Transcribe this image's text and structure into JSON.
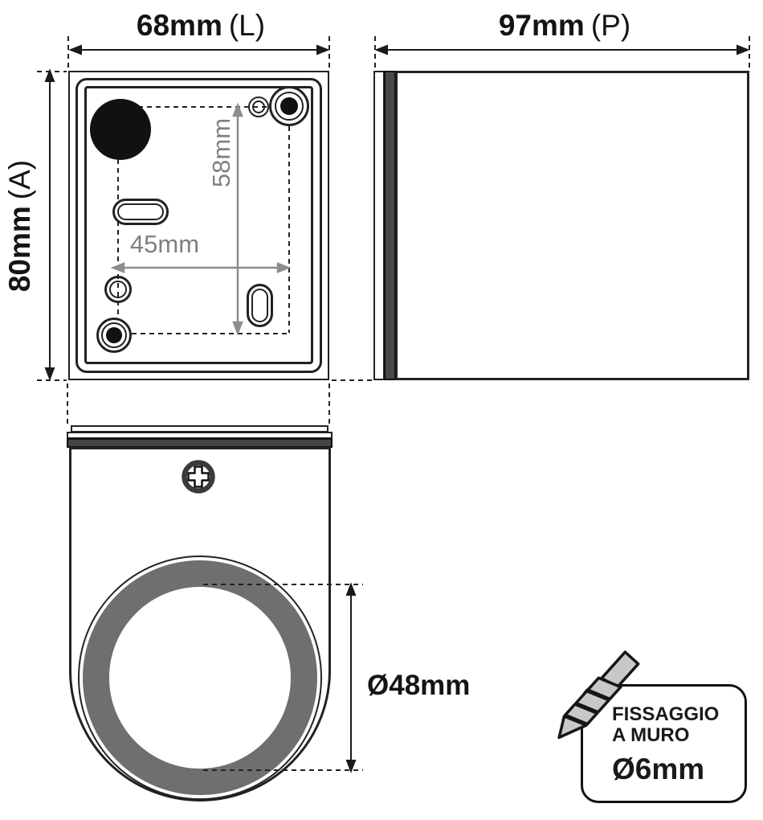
{
  "views": {
    "back": {
      "width": {
        "value": "68mm",
        "suffix": "(L)"
      },
      "height": {
        "value": "80mm",
        "suffix": "(A)"
      },
      "vertical_spacing": "58mm",
      "horizontal_spacing": "45mm"
    },
    "side": {
      "depth": {
        "value": "97mm",
        "suffix": "(P)"
      }
    },
    "front": {
      "diameter": "Ø48mm"
    }
  },
  "callout": {
    "line1": "FISSAGGIO",
    "line2": "A MURO",
    "drill_diameter": "Ø6mm"
  },
  "colors": {
    "line": "#1a1a1a",
    "dim_gray": "#8d8d8d",
    "dark_fill": "#464646",
    "ring_gray": "#6f6f6f",
    "drill_fill": "#c8c8c8",
    "background": "#ffffff"
  }
}
